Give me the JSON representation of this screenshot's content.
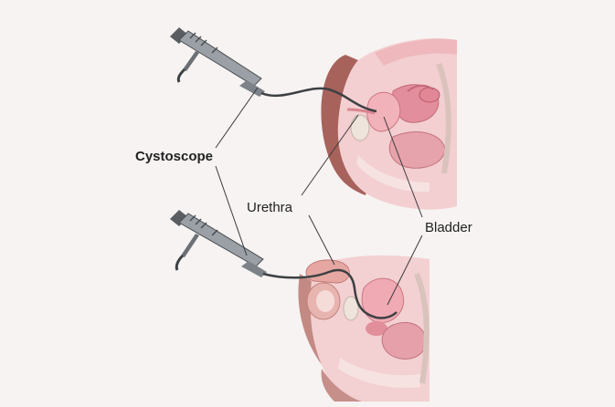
{
  "labels": {
    "cystoscope": "Cystoscope",
    "urethra": "Urethra",
    "bladder": "Bladder"
  },
  "colors": {
    "background": "#f6f3f2",
    "label_text": "#222222",
    "leader_line": "#3a3a3a",
    "instrument_metal": "#8e9296",
    "instrument_dark": "#3d4043",
    "tissue_pink": "#efbcc0",
    "tissue_light": "#f7dadb",
    "tissue_dark": "#c8747c",
    "skin_shadow": "#b06a63",
    "bladder_pink": "#e89aa6"
  },
  "diagram": {
    "panels": [
      "female-anatomy",
      "male-anatomy"
    ],
    "instrument_count": 2
  }
}
